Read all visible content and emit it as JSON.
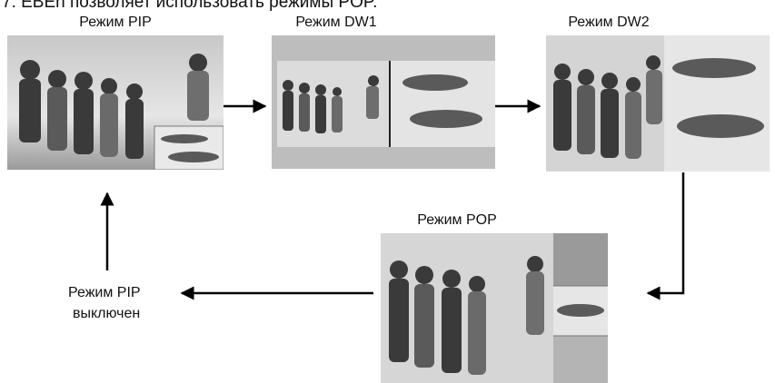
{
  "header_fragment": "7. EBEn  позволяет использовать режимы POP.",
  "modes": {
    "pip": "Режим PIP",
    "dw1": "Режим DW1",
    "dw2": "Режим DW2",
    "pop": "Режим POP"
  },
  "pip_off": {
    "line1": "Режим PIP",
    "line2": "выключен"
  },
  "colors": {
    "sky": "#d9d9d9",
    "ground": "#8c8c8c",
    "figure_dark": "#3a3a3a",
    "figure_mid": "#6e6e6e",
    "dolphin": "#5a5a5a",
    "dw1_band": "#bdbdbd",
    "arrow": "#000000"
  }
}
